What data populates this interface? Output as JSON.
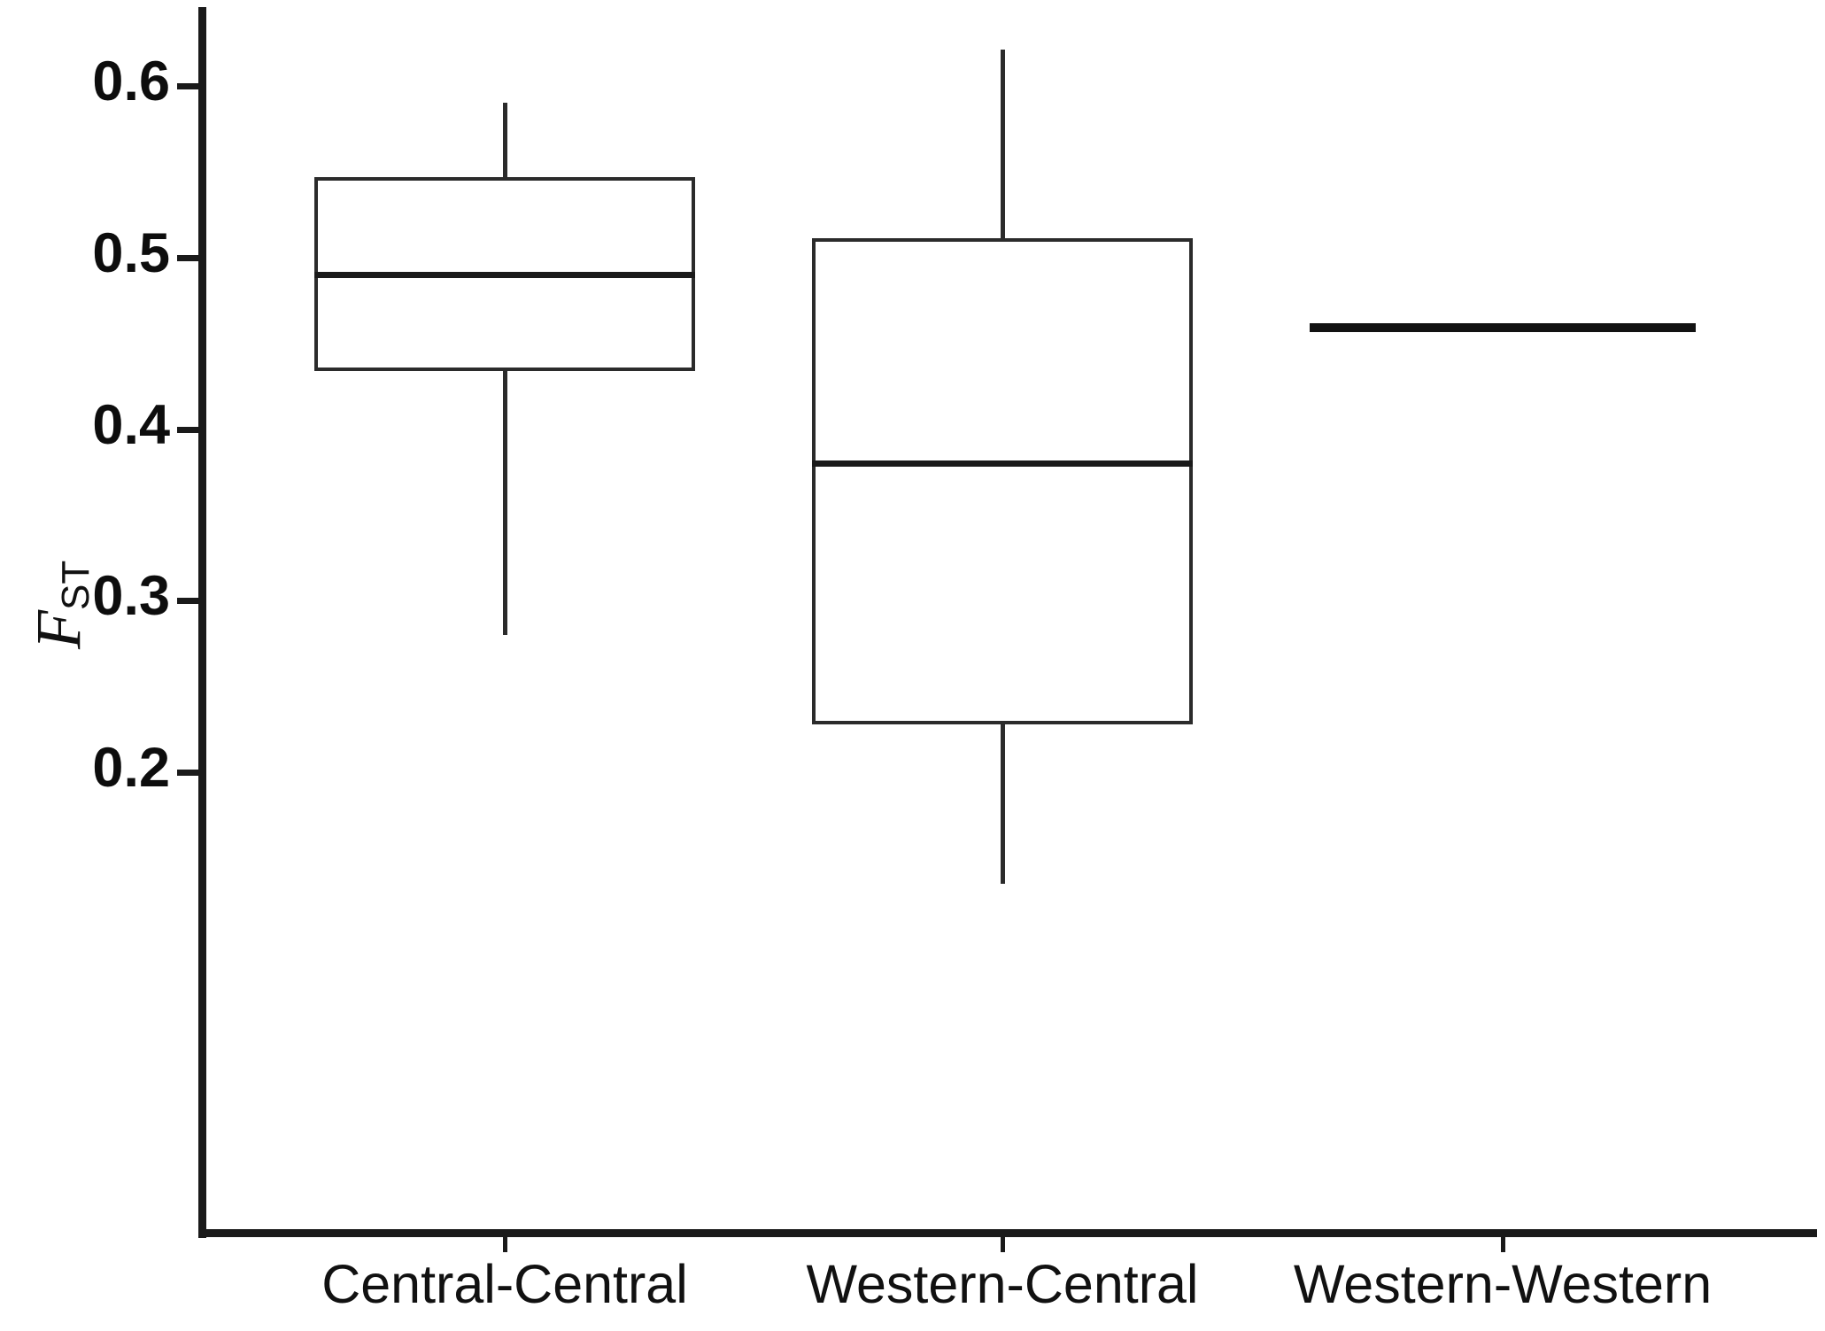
{
  "figure": {
    "background": "#ffffff",
    "line_color": "#2b2b2b"
  },
  "axes": {
    "y_title_main": "F",
    "y_title_sub": "ST",
    "y_ticks": [
      "0.6",
      "0.5",
      "0.4",
      "0.3",
      "0.2"
    ],
    "x_categories": [
      "Central-Central",
      "Western-Central",
      "Western-Western"
    ]
  },
  "chart_data": {
    "type": "box",
    "title": "",
    "xlabel": "",
    "ylabel": "F_ST",
    "ylim": [
      0.105,
      0.645
    ],
    "y_ticks": [
      0.6,
      0.5,
      0.4,
      0.3,
      0.2
    ],
    "grid": false,
    "legend": "none",
    "categories": [
      "Central-Central",
      "Western-Central",
      "Western-Western"
    ],
    "boxes": [
      {
        "category": "Central-Central",
        "whisker_low": 0.28,
        "q1": 0.434,
        "median": 0.49,
        "q3": 0.547,
        "whisker_high": 0.59,
        "outliers": []
      },
      {
        "category": "Western-Central",
        "whisker_low": 0.135,
        "q1": 0.228,
        "median": 0.38,
        "q3": 0.511,
        "whisker_high": 0.621,
        "outliers": []
      },
      {
        "category": "Western-Western",
        "whisker_low": 0.459,
        "q1": 0.459,
        "median": 0.459,
        "q3": 0.459,
        "whisker_high": 0.459,
        "outliers": [],
        "note": "single-value: rendered as a flat line only"
      }
    ]
  }
}
